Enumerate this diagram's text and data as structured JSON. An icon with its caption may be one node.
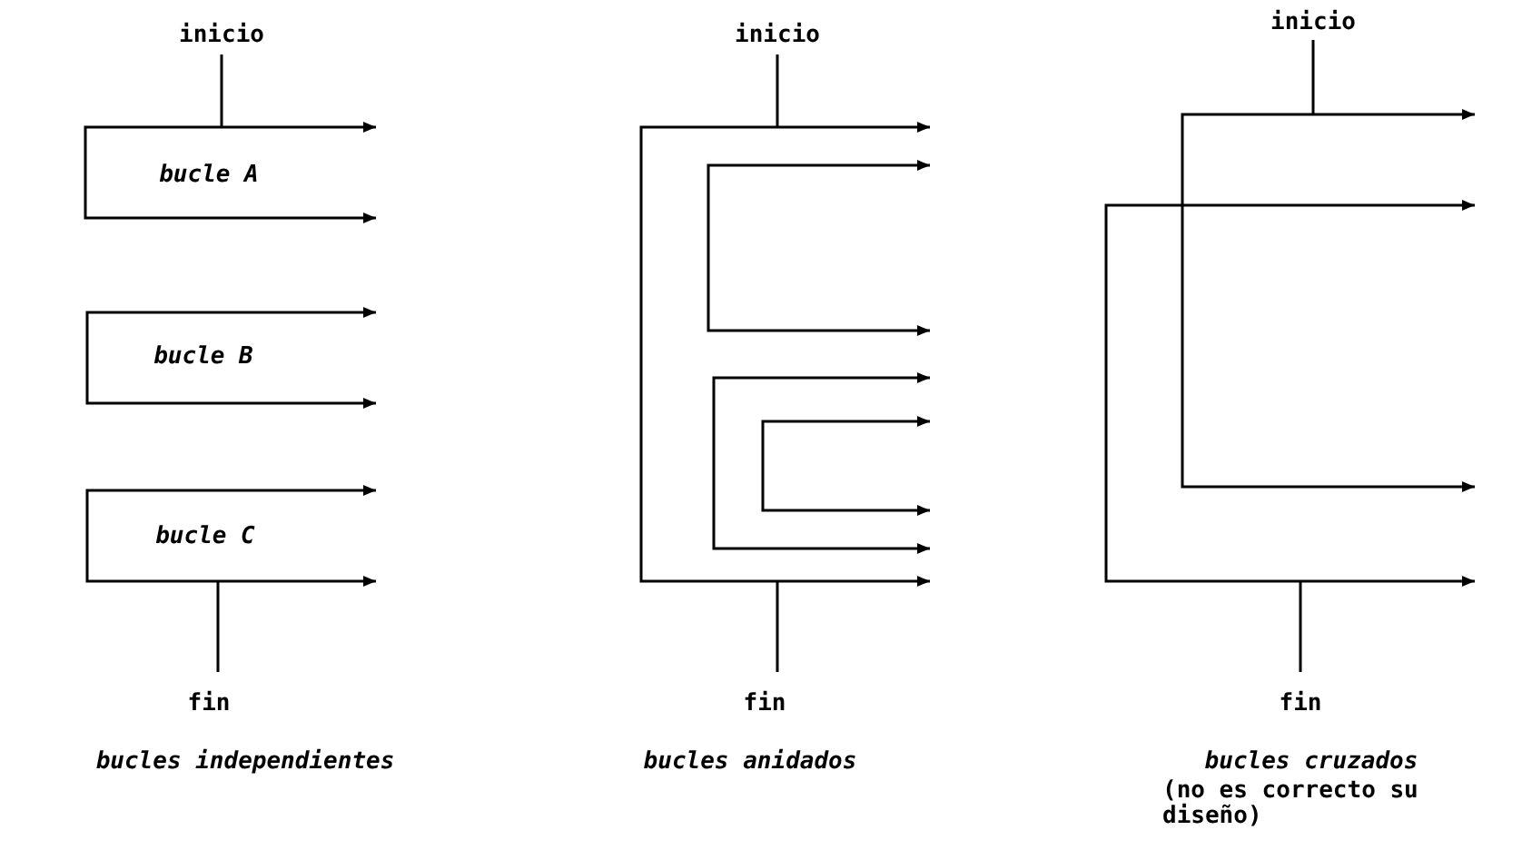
{
  "diagram": {
    "labels": [
      "inicio",
      "inicio",
      "inicio",
      "bucle A",
      "bucle B",
      "bucle C",
      "fin",
      "fin",
      "fin",
      "bucles independientes",
      "bucles anidados",
      "bucles cruzados",
      "(no es correcto su diseño)"
    ]
  }
}
